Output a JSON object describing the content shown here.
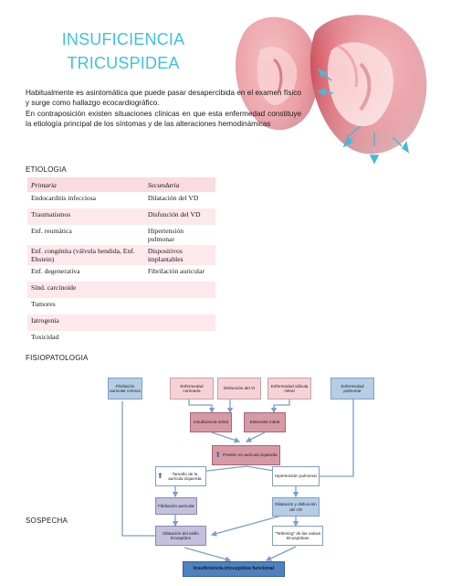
{
  "title": {
    "line1": "INSUFICIENCIA",
    "line2": "TRICUSPIDEA"
  },
  "intro": {
    "p1": "Habitualmente es asintomática que puede pasar desapercibida en el examen físico y surge como hallazgo ecocardiográfico.",
    "p2": "En contraposición existen situaciones clínicas en que esta enfermedad constituye la etiología principal de los síntomas y de las alteraciones hemodinámicas"
  },
  "sections": {
    "etiologia": "ETIOLOGIA",
    "fisiopatologia": "FISIOPATOLOGIA",
    "sospecha": "SOSPECHA"
  },
  "table": {
    "headers": [
      "Primaria",
      "Secundaria"
    ],
    "rows": [
      [
        "Endocarditis infecciosa",
        "Dilatación del VD"
      ],
      [
        "Traumatismos",
        "Disfunción del VD"
      ],
      [
        "Enf. reumática",
        "Hipertensión pulmonar"
      ],
      [
        "Enf. congénita (válvula hendida, Enf. Ebstein)",
        "Dispositivos implantables"
      ],
      [
        "Enf. degenerativa",
        "Fibrilación auricular"
      ],
      [
        "Sínd. carcinoide",
        ""
      ],
      [
        "Tumores",
        ""
      ],
      [
        "Iatrogenia",
        ""
      ],
      [
        "Toxicidad",
        ""
      ]
    ]
  },
  "flow": {
    "fa_cronica": "Fibrilación auricular crónica",
    "enf_coronaria": "Enfermedad coronaria",
    "disf_vi": "Disfunción del VI",
    "enf_valv_mitral": "Enfermedad válvula mitral",
    "enf_pulmonar": "Enfermedad pulmonar",
    "ins_mitral": "Insuficiencia mitral",
    "est_mitral": "Estenosis mitral",
    "presion_ai": "Presión en aurícula izquierda",
    "tam_ai": "Tamaño de la aurícula izquierda",
    "hip_pulmonar": "Hipertensión pulmonar",
    "fib_auricular": "Fibrilación auricular",
    "dil_disf_vd": "Dilatación y disfunción del VD",
    "dil_anillo": "Dilatación del anillo tricuspídeo",
    "tethering": "\"Tethering\" de las valvas tricuspídeas",
    "final": "Insuficiencia tricuspídea funcional"
  },
  "colors": {
    "title": "#3fc1de",
    "table_header": "#f9dbe0",
    "table_stripe": "#fde8ec",
    "final_box": "#4e81bd"
  }
}
